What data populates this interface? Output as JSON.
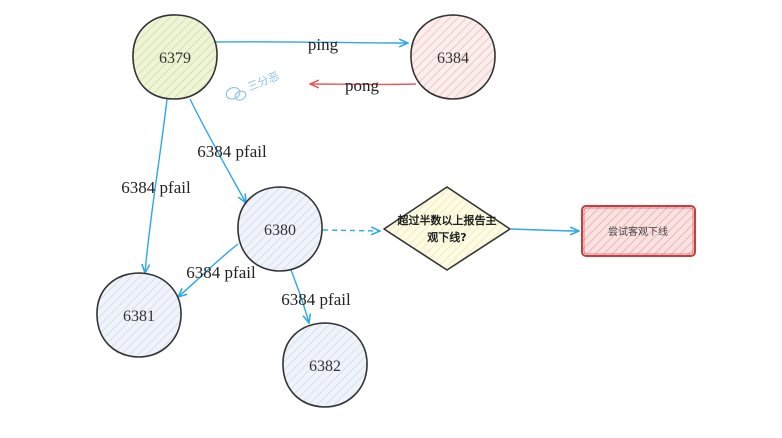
{
  "colors": {
    "edge_blue": "#2ea8e6",
    "edge_red": "#e55b5b",
    "node_green_fill": "#e7f0c8",
    "node_red_fill": "#fbe4e4",
    "node_blue_fill": "#e4ecf6",
    "diamond_fill": "#fbf8d2",
    "result_fill": "#f7d6d6",
    "result_stroke": "#d34d4d"
  },
  "nodes": {
    "n6379": "6379",
    "n6384": "6384",
    "n6380": "6380",
    "n6381": "6381",
    "n6382": "6382"
  },
  "edges": {
    "ping": "ping",
    "pong": "pong",
    "e6379_6380": "6384 pfail",
    "e6379_6381": "6384 pfail",
    "e6380_6381": "6384 pfail",
    "e6380_6382": "6384 pfail"
  },
  "decision": {
    "line1": "超过半数以上报告主",
    "line2": "观下线?"
  },
  "result": {
    "label": "尝试客观下线"
  },
  "watermark": {
    "text": "三分恶",
    "icon": "wechat-icon"
  }
}
